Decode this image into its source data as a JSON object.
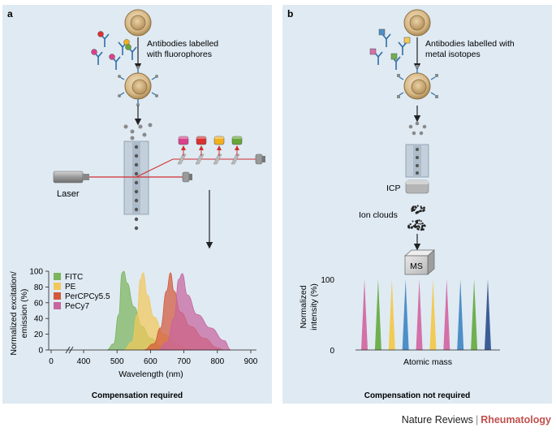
{
  "panel_a": {
    "letter": "a",
    "antibody_label_1": "Antibodies labelled",
    "antibody_label_2": "with fluorophores",
    "laser_label": "Laser",
    "compensation": "Compensation required",
    "chart_ylabel_1": "Normalized excitation/",
    "chart_ylabel_2": "emission (%)",
    "chart_xlabel": "Wavelength (nm)",
    "y_ticks": [
      "100",
      "80",
      "60",
      "40",
      "20",
      "0"
    ],
    "x_ticks": [
      "0",
      "400",
      "500",
      "600",
      "700",
      "800",
      "900"
    ],
    "legend": [
      {
        "label": "FITC",
        "color": "#7cb55c"
      },
      {
        "label": "PE",
        "color": "#f2c75a"
      },
      {
        "label": "PerCPCy5.5",
        "color": "#d2593b"
      },
      {
        "label": "PeCy7",
        "color": "#c8659e"
      }
    ],
    "filter_colors": [
      "#d9428c",
      "#d9302f",
      "#f2b01e",
      "#67a637"
    ]
  },
  "panel_b": {
    "letter": "b",
    "antibody_label_1": "Antibodies labelled with",
    "antibody_label_2": "metal isotopes",
    "icp_label": "ICP",
    "ion_clouds_label": "Ion clouds",
    "ms_label": "MS",
    "compensation": "Compensation not required",
    "chart_ylabel_1": "Normalized",
    "chart_ylabel_2": "intensity (%)",
    "chart_xlabel": "Atomic mass",
    "y_ticks": [
      "100",
      "0"
    ],
    "peak_colors": [
      "#d470a8",
      "#6fb04f",
      "#f2cb55",
      "#4e8fc8",
      "#d470a8",
      "#f2cb55",
      "#d470a8",
      "#4e8fc8",
      "#6fb04f",
      "#3e5d96"
    ]
  },
  "footer": {
    "journal_prefix": "Nature Reviews",
    "journal_name": "Rheumatology"
  },
  "chart_data": [
    {
      "type": "area",
      "xlabel": "Wavelength (nm)",
      "ylabel": "Normalized excitation/ emission (%)",
      "xlim": [
        0,
        900
      ],
      "ylim": [
        0,
        100
      ],
      "x_axis_break": true,
      "legend_position": "top-left",
      "series": [
        {
          "name": "FITC",
          "color": "#7cb55c",
          "points": [
            [
              470,
              0
            ],
            [
              490,
              8
            ],
            [
              505,
              45
            ],
            [
              515,
              98
            ],
            [
              520,
              100
            ],
            [
              530,
              85
            ],
            [
              550,
              55
            ],
            [
              575,
              30
            ],
            [
              600,
              15
            ],
            [
              630,
              5
            ],
            [
              660,
              0
            ]
          ]
        },
        {
          "name": "PE",
          "color": "#f2c75a",
          "points": [
            [
              520,
              0
            ],
            [
              545,
              10
            ],
            [
              560,
              45
            ],
            [
              570,
              90
            ],
            [
              578,
              98
            ],
            [
              590,
              70
            ],
            [
              610,
              42
            ],
            [
              640,
              20
            ],
            [
              680,
              6
            ],
            [
              720,
              0
            ]
          ]
        },
        {
          "name": "PerCPCy5.5",
          "color": "#d2593b",
          "points": [
            [
              580,
              0
            ],
            [
              610,
              8
            ],
            [
              630,
              28
            ],
            [
              648,
              75
            ],
            [
              660,
              98
            ],
            [
              670,
              75
            ],
            [
              690,
              48
            ],
            [
              720,
              30
            ],
            [
              760,
              15
            ],
            [
              800,
              3
            ],
            [
              820,
              0
            ]
          ]
        },
        {
          "name": "PeCy7",
          "color": "#c8659e",
          "points": [
            [
              620,
              0
            ],
            [
              650,
              10
            ],
            [
              670,
              40
            ],
            [
              685,
              90
            ],
            [
              695,
              97
            ],
            [
              710,
              70
            ],
            [
              740,
              45
            ],
            [
              780,
              28
            ],
            [
              820,
              12
            ],
            [
              840,
              0
            ]
          ]
        }
      ]
    },
    {
      "type": "bar",
      "xlabel": "Atomic mass",
      "ylabel": "Normalized intensity (%)",
      "ylim": [
        0,
        100
      ],
      "values": [
        100,
        100,
        100,
        100,
        100,
        100,
        100,
        100,
        100,
        100
      ],
      "colors": [
        "#d470a8",
        "#6fb04f",
        "#f2cb55",
        "#4e8fc8",
        "#d470a8",
        "#f2cb55",
        "#d470a8",
        "#4e8fc8",
        "#6fb04f",
        "#3e5d96"
      ]
    }
  ]
}
